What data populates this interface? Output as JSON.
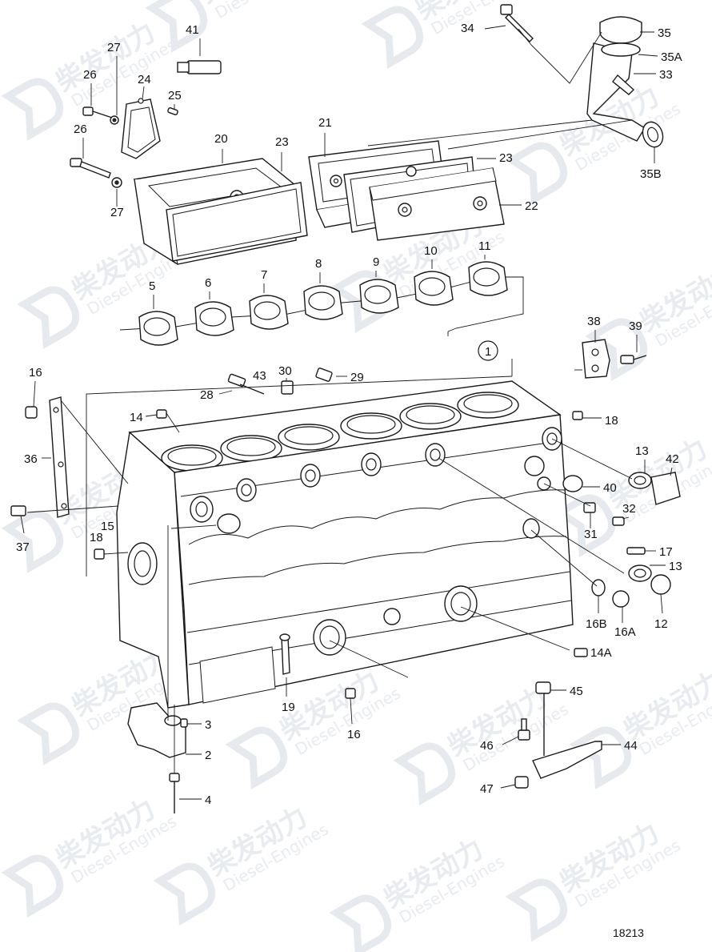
{
  "watermark": {
    "brand_cn": "柴发动力",
    "brand_en": "Diesel-Engines"
  },
  "drawing_number": "18213",
  "callouts": [
    {
      "id": "c41",
      "label": "41"
    },
    {
      "id": "c27a",
      "label": "27"
    },
    {
      "id": "c26a",
      "label": "26"
    },
    {
      "id": "c24",
      "label": "24"
    },
    {
      "id": "c25",
      "label": "25"
    },
    {
      "id": "c26b",
      "label": "26"
    },
    {
      "id": "c27b",
      "label": "27"
    },
    {
      "id": "c20",
      "label": "20"
    },
    {
      "id": "c23a",
      "label": "23"
    },
    {
      "id": "c21",
      "label": "21"
    },
    {
      "id": "c23b",
      "label": "23"
    },
    {
      "id": "c22",
      "label": "22"
    },
    {
      "id": "c34",
      "label": "34"
    },
    {
      "id": "c35",
      "label": "35"
    },
    {
      "id": "c35A",
      "label": "35A"
    },
    {
      "id": "c33",
      "label": "33"
    },
    {
      "id": "c35B",
      "label": "35B"
    },
    {
      "id": "c5",
      "label": "5"
    },
    {
      "id": "c6",
      "label": "6"
    },
    {
      "id": "c7",
      "label": "7"
    },
    {
      "id": "c8",
      "label": "8"
    },
    {
      "id": "c9",
      "label": "9"
    },
    {
      "id": "c10",
      "label": "10"
    },
    {
      "id": "c11",
      "label": "11"
    },
    {
      "id": "c38",
      "label": "38"
    },
    {
      "id": "c39",
      "label": "39"
    },
    {
      "id": "c1",
      "label": "1"
    },
    {
      "id": "c16a",
      "label": "16"
    },
    {
      "id": "c30",
      "label": "30"
    },
    {
      "id": "c43",
      "label": "43"
    },
    {
      "id": "c29",
      "label": "29"
    },
    {
      "id": "c28",
      "label": "28"
    },
    {
      "id": "c14",
      "label": "14"
    },
    {
      "id": "c18a",
      "label": "18"
    },
    {
      "id": "c36",
      "label": "36"
    },
    {
      "id": "c13a",
      "label": "13"
    },
    {
      "id": "c42",
      "label": "42"
    },
    {
      "id": "c40",
      "label": "40"
    },
    {
      "id": "c32",
      "label": "32"
    },
    {
      "id": "c37",
      "label": "37"
    },
    {
      "id": "c15",
      "label": "15"
    },
    {
      "id": "c31",
      "label": "31"
    },
    {
      "id": "c18b",
      "label": "18"
    },
    {
      "id": "c17",
      "label": "17"
    },
    {
      "id": "c13b",
      "label": "13"
    },
    {
      "id": "c16B",
      "label": "16B"
    },
    {
      "id": "c16A",
      "label": "16A"
    },
    {
      "id": "c12",
      "label": "12"
    },
    {
      "id": "c14A",
      "label": "14A"
    },
    {
      "id": "c19",
      "label": "19"
    },
    {
      "id": "c16b",
      "label": "16"
    },
    {
      "id": "c3",
      "label": "3"
    },
    {
      "id": "c2",
      "label": "2"
    },
    {
      "id": "c4",
      "label": "4"
    },
    {
      "id": "c45",
      "label": "45"
    },
    {
      "id": "c46",
      "label": "46"
    },
    {
      "id": "c44",
      "label": "44"
    },
    {
      "id": "c47",
      "label": "47"
    }
  ]
}
